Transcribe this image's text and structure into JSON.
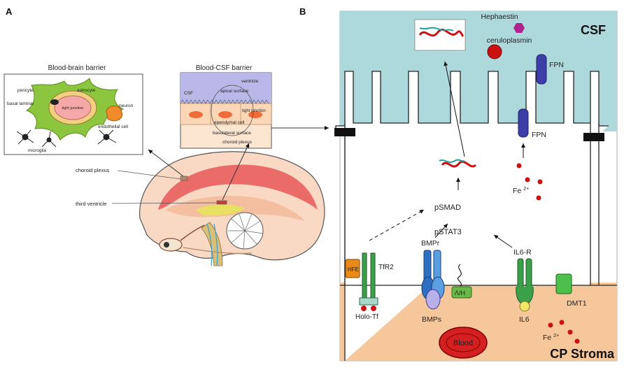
{
  "panel_a": {
    "label": "A",
    "bbb_inset": {
      "title": "Blood-brain barrier",
      "labels": [
        "pericyte",
        "astrocyte",
        "basal laminar",
        "tight junction",
        "neuron",
        "endothelial cell",
        "microglia"
      ]
    },
    "bcsf_inset": {
      "title": "Blood-CSF barrier",
      "labels": [
        "ventricle",
        "CSF",
        "apical surface",
        "tight junction",
        "ependymal cell",
        "basolateral surface",
        "choroid plexus"
      ]
    },
    "brain_labels": [
      "choroid plexus",
      "third ventricle"
    ]
  },
  "panel_b": {
    "label": "B",
    "csf_label": "CSF",
    "stroma_label": "CP Stroma",
    "hephaestin": "Hephaestin",
    "ceruloplasmin": "ceruloplasmin",
    "fpn_top": "FPN",
    "fpn_mid": "FPN",
    "fe_mid": "Fe",
    "fe_mid_sup": "2+",
    "psmad": "pSMAD",
    "pstat3": "pSTAT3",
    "bmpr": "BMPr",
    "il6r": "IL6-R",
    "hfe": "HFE",
    "tfr2": "TfR2",
    "holotf": "Holo-Tf",
    "ah": "Λ/H",
    "bmps": "BMPs",
    "il6": "IL6",
    "dmt1": "DMT1",
    "fe_bottom": "Fe",
    "fe_bottom_sup": "2+",
    "blood": "Blood"
  },
  "colors": {
    "csf": "#add8dc",
    "stroma": "#f5c79a",
    "fpn": "#3d3fa8",
    "iron": "#cc1111",
    "hephaestin": "#b0238f",
    "receptor_green": "#3aa04a",
    "receptor_blue": "#2f6fc1",
    "hfe": "#e88a1a",
    "dmt1": "#4cbf4c",
    "blood": "#d42020"
  }
}
